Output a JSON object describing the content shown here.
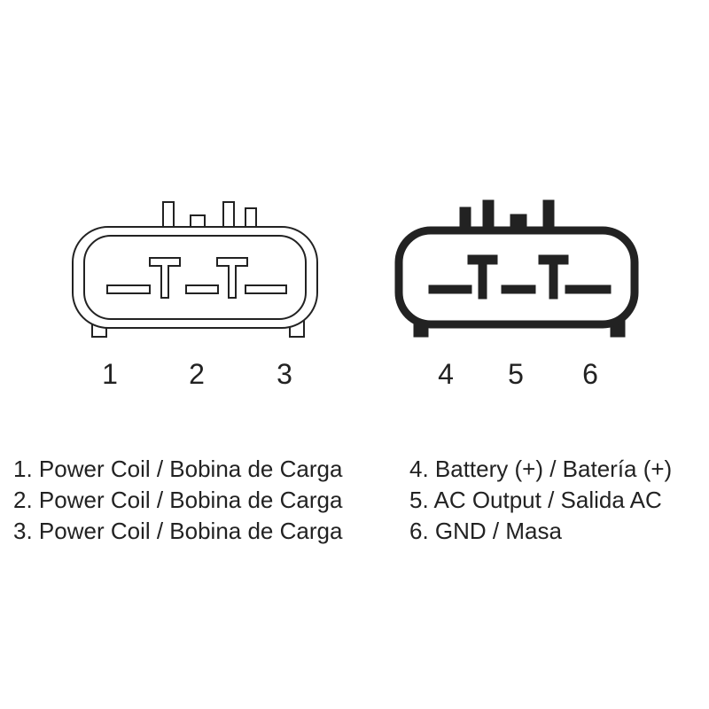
{
  "connectors": [
    {
      "name": "connector-left",
      "pins": [
        "1",
        "2",
        "3"
      ]
    },
    {
      "name": "connector-right",
      "pins": [
        "4",
        "5",
        "6"
      ]
    }
  ],
  "legend": {
    "left": [
      "1. Power Coil / Bobina de Carga",
      "2. Power Coil / Bobina de Carga",
      "3. Power Coil / Bobina de Carga"
    ],
    "right": [
      "4. Battery (+) / Batería (+)",
      "5. AC Output / Salida AC",
      "6. GND / Masa"
    ]
  },
  "colors": {
    "stroke": "#222222",
    "background": "#ffffff"
  }
}
